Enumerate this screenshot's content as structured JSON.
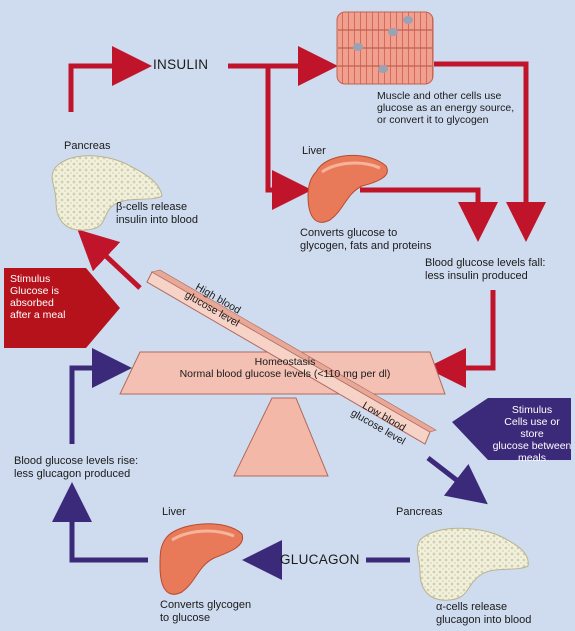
{
  "hormones": {
    "insulin": "INSULIN",
    "glucagon": "GLUCAGON"
  },
  "top": {
    "pancreas_label": "Pancreas",
    "beta_cells": "β-cells release\ninsulin into blood",
    "liver_label": "Liver",
    "liver_desc": "Converts glucose to\nglycogen, fats and proteins",
    "muscle_desc": "Muscle and other cells use\nglucose as an energy source,\nor convert it to glycogen",
    "blood_fall": "Blood glucose levels fall:\nless insulin produced"
  },
  "middle": {
    "stimulus_high": "Stimulus\nGlucose is\nabsorbed\nafter a meal",
    "high_level": "High blood\nglucose level",
    "homeostasis": "Homeostasis\nNormal blood glucose levels (<110 mg per dl)",
    "low_level": "Low blood\nglucose level",
    "stimulus_low": "Stimulus\nCells use or store\nglucose between\nmeals"
  },
  "bottom": {
    "blood_rise": "Blood glucose levels rise:\nless glucagon produced",
    "liver_label": "Liver",
    "liver_desc": "Converts glycogen\nto glucose",
    "pancreas_label": "Pancreas",
    "alpha_cells": "α-cells release\nglucagon into blood"
  },
  "colors": {
    "background": "#cfdcef",
    "insulin_arrow": "#c0142a",
    "glucagon_arrow": "#3b2a7a",
    "seesaw": "#f4c0b4",
    "stimulus_red": "#b5121b",
    "stimulus_blue": "#3b2a7a"
  },
  "icons": [
    "pancreas-icon",
    "liver-icon",
    "muscle-cells-icon"
  ]
}
